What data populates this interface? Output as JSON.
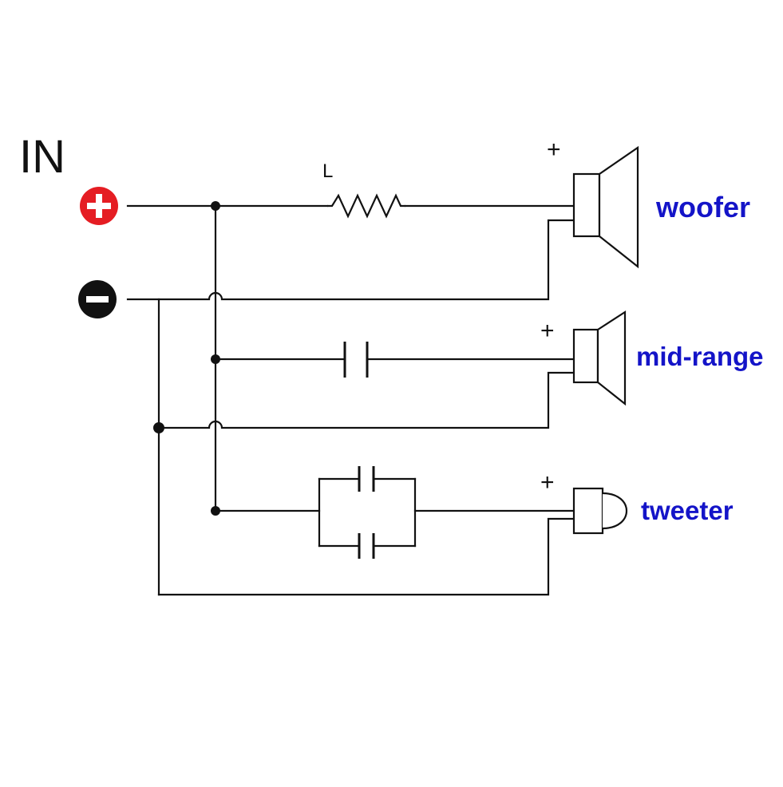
{
  "input": {
    "label": "IN",
    "positive_terminal": {
      "symbol": "+",
      "color": "#e51d23"
    },
    "negative_terminal": {
      "symbol": "−",
      "color": "#111111"
    }
  },
  "components": {
    "inductor": {
      "label": "L"
    }
  },
  "drivers": {
    "woofer": {
      "label": "woofer",
      "polarity": "+"
    },
    "mid_range": {
      "label": "mid-range",
      "polarity": "+"
    },
    "tweeter": {
      "label": "tweeter",
      "polarity": "+"
    }
  },
  "colors": {
    "label_blue": "#1414c8",
    "wire": "#111111"
  }
}
